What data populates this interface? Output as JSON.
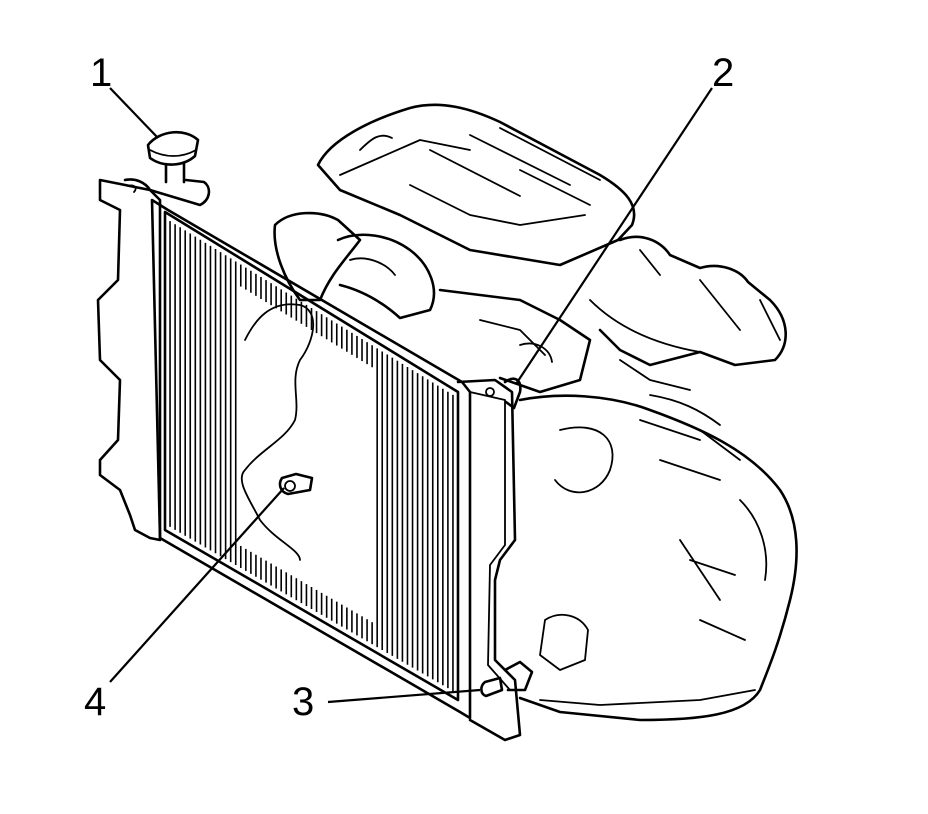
{
  "callouts": {
    "c1": "1",
    "c2": "2",
    "c3": "3",
    "c4": "4"
  },
  "parts": {
    "c1": "radiator-cap",
    "c2": "upper-mount",
    "c3": "drain-plug-lower",
    "c4": "drain-plug"
  },
  "colors": {
    "ink": "#000000",
    "background": "#ffffff"
  }
}
